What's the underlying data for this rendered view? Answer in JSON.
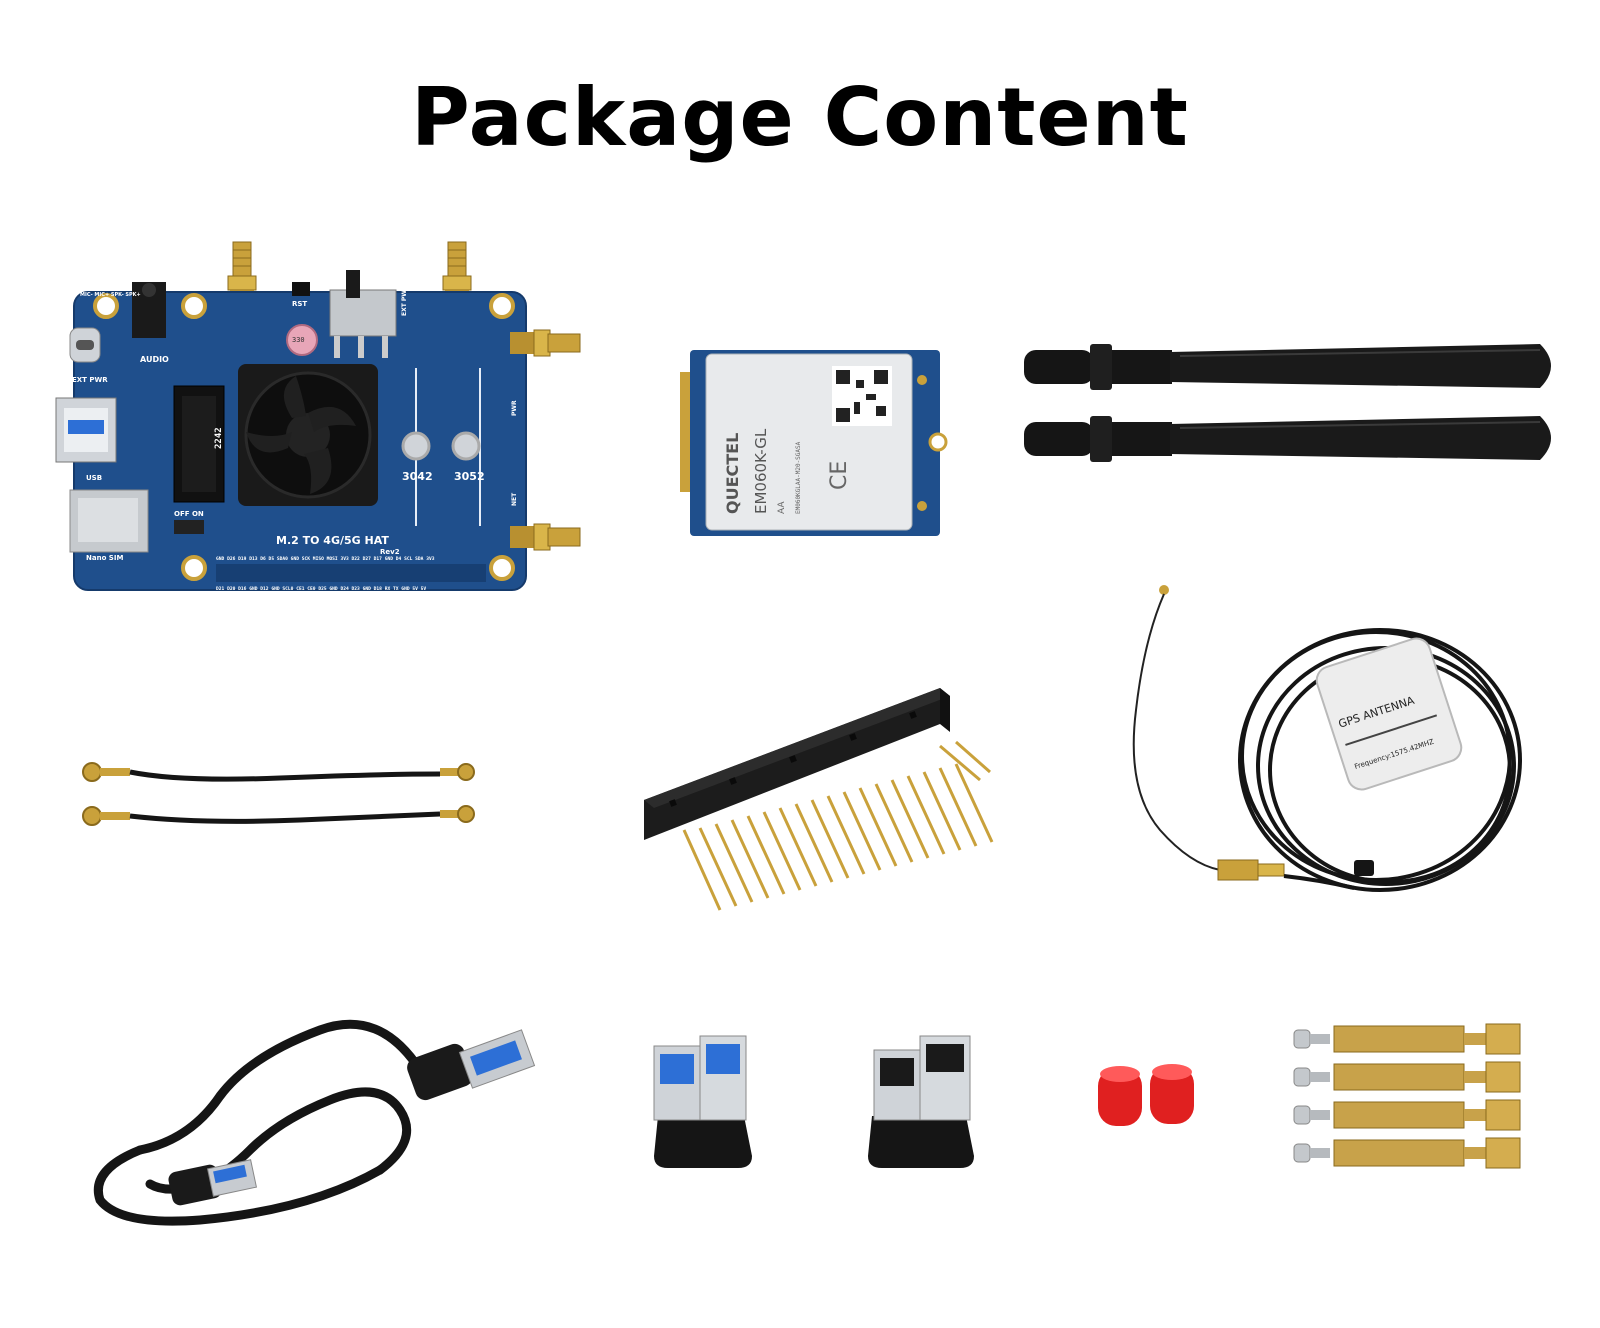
{
  "title": "Package Content",
  "hat": {
    "board_name": "M.2 TO 4G/5G HAT",
    "revision": "Rev2",
    "slot_3042": "3042",
    "slot_3052": "3052",
    "audio": "AUDIO",
    "ext_pwr": "EXT PWR",
    "usb": "USB",
    "nano_sim": "Nano SIM",
    "rst": "RST",
    "pwr": "PWR",
    "net": "NET",
    "off_on": "OFF ON",
    "cap": "330",
    "m2_slot": "2242",
    "ext_pwr_switch": "EXT PWR",
    "header_top": "GND D26 D19 D13 D6 D5 SDA0 GND SCK MISO MOSI 3V3 D22 D27 D17 GND D4 SCL SDA 3V3",
    "header_bottom": "D21 D20 D16 GND D12 GND SCL0 CE1 CE0 D25 GND D24 D23 GND D18 RX TX GND 5V 5V",
    "audio_pins": "MIC- MIC+ SPK- SPK+"
  },
  "module": {
    "brand": "QUECTEL",
    "model": "EM060K-GL",
    "variant": "AA",
    "part": "EM060KGLAA-M20-SGASA",
    "ce": "CE"
  },
  "gps": {
    "label": "GPS ANTENNA",
    "frequency": "Frequency:1575.42MHZ"
  },
  "colors": {
    "pcb": "#1f4f8c",
    "pcb_edge": "#153a6b",
    "gold": "#c9a13b",
    "black": "#151515",
    "usb_blue": "#2d6fd6",
    "red_cap": "#e02020",
    "brass": "#c8a24a"
  }
}
